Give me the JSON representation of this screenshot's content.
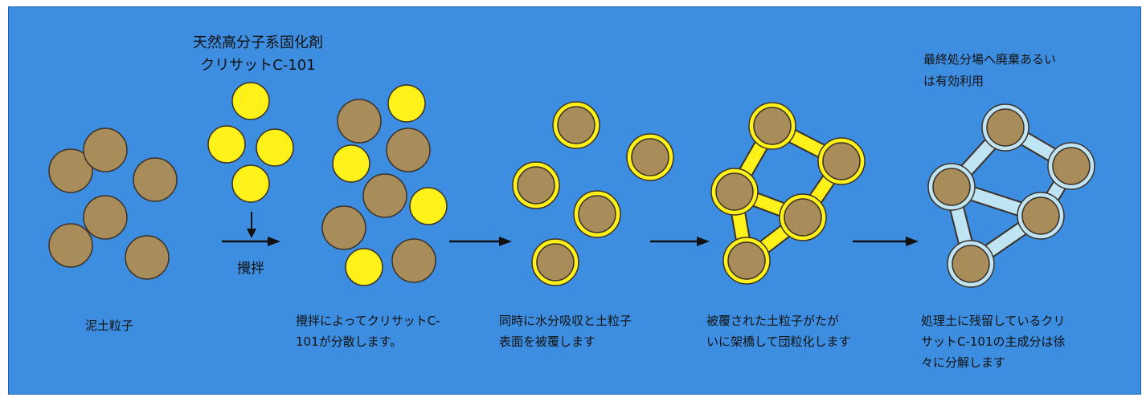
{
  "colors": {
    "background": "#3d8ee0",
    "soil_particle": "#a88c5a",
    "soil_outline": "#3b3128",
    "agent_particle": "#fff21a",
    "agent_coating": "#fff21a",
    "residual_bridge": "#bfe4f4",
    "arrow": "#111111"
  },
  "labels": {
    "agent_title_line1": "天然高分子系固化剤",
    "agent_title_line2": "クリサットC-101",
    "stir": "攪拌",
    "final_destination": "最終処分場へ廃棄あるい\nは有効利用"
  },
  "steps": [
    {
      "caption": "泥土粒子"
    },
    {
      "caption": "攪拌によってクリサットC-\n101が分散します。"
    },
    {
      "caption": "同時に水分吸収と土粒子\n表面を被覆します"
    },
    {
      "caption": "被覆された土粒子がたが\nいに架橋して団粒化します"
    },
    {
      "caption": "処理土に残留しているクリ\nサットC-101の主成分は徐\n々に分解します"
    }
  ]
}
